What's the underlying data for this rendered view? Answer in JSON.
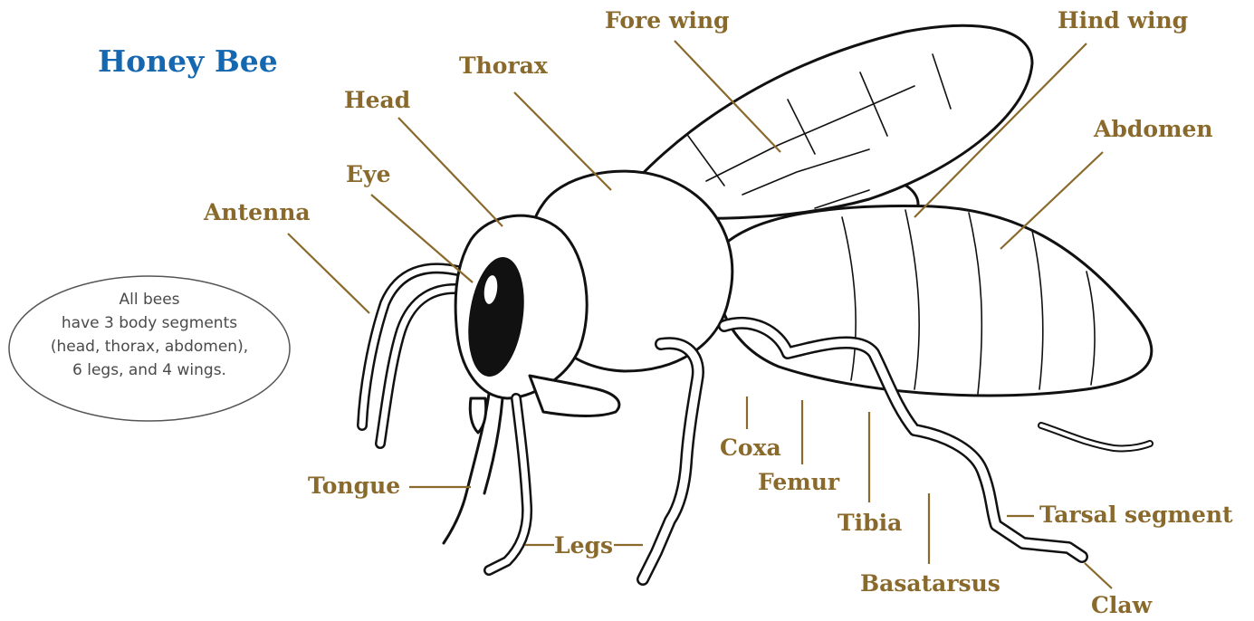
{
  "title": "Honey Bee",
  "colors": {
    "title": "#1567b0",
    "label": "#8a6a2c",
    "leader": "#8a6a2c",
    "outline": "#111111"
  },
  "labels": {
    "fore_wing": "Fore wing",
    "hind_wing": "Hind wing",
    "thorax": "Thorax",
    "head": "Head",
    "abdomen": "Abdomen",
    "eye": "Eye",
    "antenna": "Antenna",
    "tongue": "Tongue",
    "legs": "Legs",
    "coxa": "Coxa",
    "femur": "Femur",
    "tibia": "Tibia",
    "tarsal_segment": "Tarsal segment",
    "basatarsus": "Basatarsus",
    "claw": "Claw"
  },
  "callout": {
    "lines": [
      "All bees",
      "have 3 body segments",
      "(head, thorax, abdomen),",
      "6 legs, and 4 wings."
    ]
  }
}
